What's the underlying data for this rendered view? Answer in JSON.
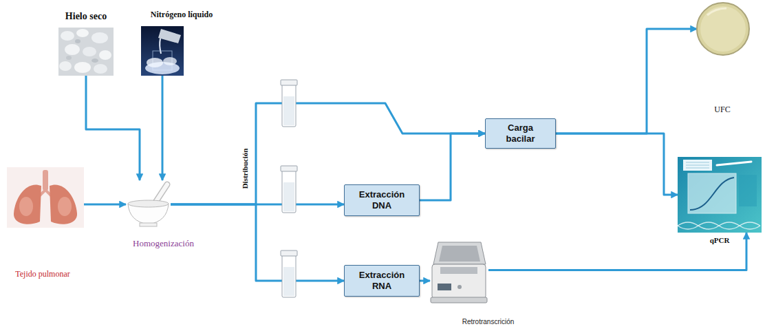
{
  "diagram": {
    "nodes": [
      {
        "text": [
          "Hielo seco"
        ]
      },
      {
        "text": [
          "Nitrógeno líquido"
        ]
      },
      {
        "text": [
          "Tejido pulmonar"
        ]
      },
      {
        "text": [
          "Homogenización"
        ]
      },
      {
        "text": [
          "Carga bacilar"
        ]
      },
      {
        "text": [
          "Extracción DNA"
        ]
      },
      {
        "text": [
          "Extracción RNA"
        ]
      },
      {
        "text": [
          "Retrotranscrición"
        ]
      },
      {
        "text": [
          "UFC"
        ]
      },
      {
        "text": [
          "qPCR"
        ]
      }
    ],
    "edges": [
      {
        "from": 0,
        "to": 3,
        "arrow": "to"
      },
      {
        "from": 1,
        "to": 3,
        "arrow": "to"
      },
      {
        "from": 2,
        "to": 3,
        "arrow": "to"
      },
      {
        "from": 3,
        "to": 4,
        "arrow": "to"
      },
      {
        "from": 3,
        "to": 5,
        "arrow": "to"
      },
      {
        "from": 3,
        "to": 6,
        "arrow": "to"
      },
      {
        "from": 5,
        "to": 4,
        "arrow": "to"
      },
      {
        "from": 6,
        "to": 7,
        "arrow": "to"
      },
      {
        "from": 4,
        "to": 8,
        "arrow": "to"
      },
      {
        "from": 4,
        "to": 9,
        "arrow": "to"
      },
      {
        "from": 7,
        "to": 9,
        "arrow": "to"
      }
    ],
    "labels": [
      "Distribución"
    ]
  }
}
